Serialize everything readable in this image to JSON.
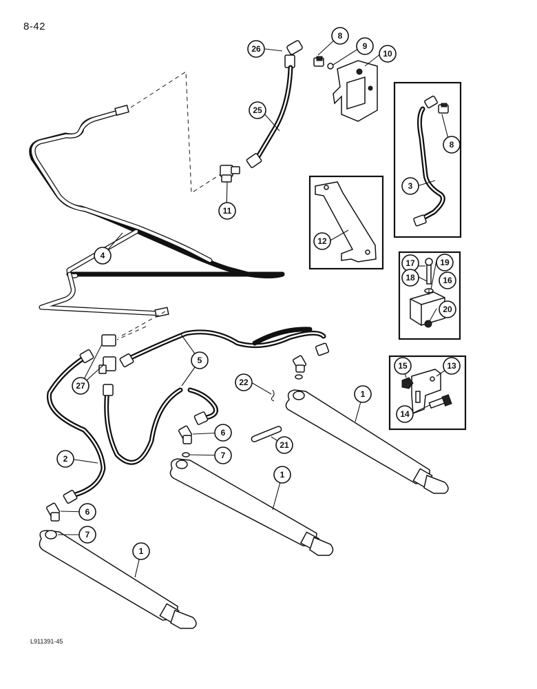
{
  "page_number": "8-42",
  "figure_code": "L911391-45",
  "callouts": [
    {
      "label": "26"
    },
    {
      "label": "8"
    },
    {
      "label": "9"
    },
    {
      "label": "10"
    },
    {
      "label": "25"
    },
    {
      "label": "8"
    },
    {
      "label": "3"
    },
    {
      "label": "11"
    },
    {
      "label": "12"
    },
    {
      "label": "4"
    },
    {
      "label": "17"
    },
    {
      "label": "19"
    },
    {
      "label": "18"
    },
    {
      "label": "16"
    },
    {
      "label": "20"
    },
    {
      "label": "5"
    },
    {
      "label": "27"
    },
    {
      "label": "22"
    },
    {
      "label": "1"
    },
    {
      "label": "15"
    },
    {
      "label": "13"
    },
    {
      "label": "14"
    },
    {
      "label": "5"
    },
    {
      "label": "6"
    },
    {
      "label": "7"
    },
    {
      "label": "2"
    },
    {
      "label": "21"
    },
    {
      "label": "1"
    },
    {
      "label": "6"
    },
    {
      "label": "7"
    },
    {
      "label": "1"
    }
  ]
}
